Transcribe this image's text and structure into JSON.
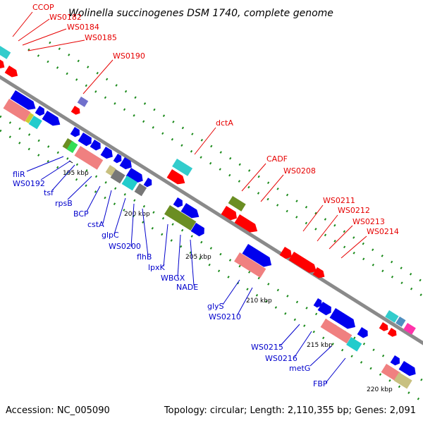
{
  "title": "Wolinella succinogenes DSM 1740, complete genome",
  "footer": {
    "accession": "Accession: NC_005090",
    "stats": "Topology: circular; Length: 2,110,355 bp; Genes: 2,091"
  },
  "colors": {
    "strand_top": "#ff0000",
    "strand_bottom": "#0000ff",
    "backbone": "#999999",
    "dotted_guides": "#008800",
    "label_top": "#e60000",
    "label_bottom": "#0000cc"
  },
  "ticks": [
    "195 kbp",
    "200 kbp",
    "205 kbp",
    "210 kbp",
    "215 kbp",
    "220 kbp"
  ],
  "top_labels": [
    "CCOP",
    "WS0182",
    "WS0184",
    "WS0185",
    "WS0190",
    "dctA",
    "CADF",
    "WS0208",
    "WS0211",
    "WS0212",
    "WS0213",
    "WS0214"
  ],
  "bottom_labels": [
    "fliR",
    "WS0192",
    "tsf",
    "rpsB",
    "BCP",
    "cstA",
    "glpC",
    "WS0200",
    "flhB",
    "lpxK",
    "WBGX",
    "NADE",
    "glyS",
    "WS0210",
    "WS0215",
    "WS0216",
    "metG",
    "FBP"
  ]
}
